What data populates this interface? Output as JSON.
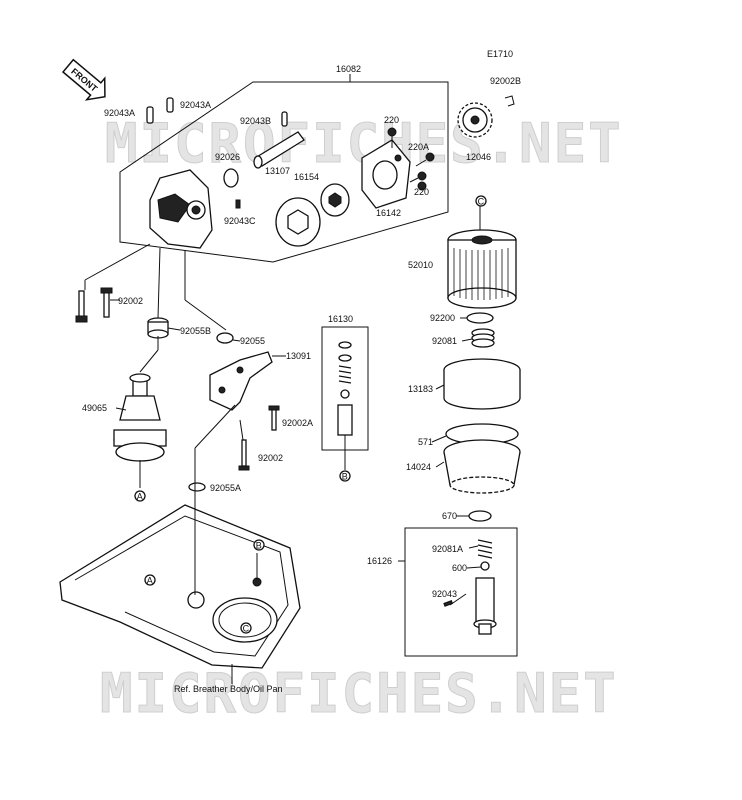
{
  "diagram_code": "E1710",
  "front_label": "FRONT",
  "watermark": "MICROFICHES.NET",
  "note": "Ref. Breather Body/Oil Pan",
  "callouts": {
    "c_16082": "16082",
    "c_92002B": "92002B",
    "c_92043A_1": "92043A",
    "c_92043A_2": "92043A",
    "c_92043B": "92043B",
    "c_220_1": "220",
    "c_220A": "220A",
    "c_220_2": "220",
    "c_92026": "92026",
    "c_13107": "13107",
    "c_16154": "16154",
    "c_12046": "12046",
    "c_92043C": "92043C",
    "c_16142": "16142",
    "c_52010": "52010",
    "c_92002_1": "92002",
    "c_92055B": "92055B",
    "c_92055": "92055",
    "c_16130": "16130",
    "c_13091": "13091",
    "c_92200": "92200",
    "c_92081": "92081",
    "c_13183": "13183",
    "c_49065": "49065",
    "c_92002A": "92002A",
    "c_571": "571",
    "c_14024": "14024",
    "c_92002_2": "92002",
    "c_92055A": "92055A",
    "c_670": "670",
    "c_16126": "16126",
    "c_92081A": "92081A",
    "c_600": "600",
    "c_92043": "92043"
  },
  "markers": {
    "m_A1": "A",
    "m_A2": "A",
    "m_B1": "B",
    "m_B2": "B",
    "m_C1": "C",
    "m_C2": "C"
  }
}
